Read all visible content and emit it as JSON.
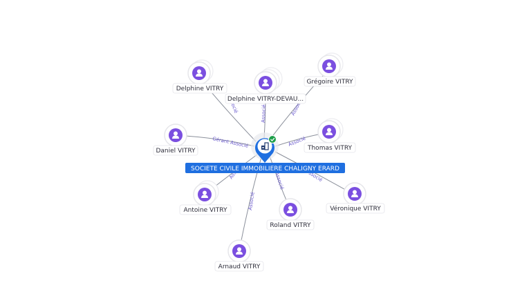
{
  "colors": {
    "center": "#1f6fe0",
    "person": "#7b4fe0",
    "edge": "#8a8f9a",
    "edge_label": "#6a5acd",
    "check": "#1e9e4a"
  },
  "center": {
    "label": "SOCIETE CIVILE IMMOBILIERE CHALIGNY ERARD",
    "icon": "building-icon",
    "badge_icon": "check-icon"
  },
  "nodes": [
    {
      "id": "delphine",
      "label": "Delphine VITRY",
      "edge_label": ""
    },
    {
      "id": "delphine-devau",
      "label": "Delphine VITRY-DEVAU...",
      "edge_label": "Associé"
    },
    {
      "id": "gregoire",
      "label": "Grégoire VITRY",
      "edge_label": "Associé"
    },
    {
      "id": "daniel",
      "label": "Daniel VITRY",
      "edge_label": "Gérant Associé"
    },
    {
      "id": "thomas",
      "label": "Thomas VITRY",
      "edge_label": "Associé"
    },
    {
      "id": "antoine",
      "label": "Antoine VITRY",
      "edge_label": "Asso"
    },
    {
      "id": "veronique",
      "label": "Véronique VITRY",
      "edge_label": "ssocié"
    },
    {
      "id": "roland",
      "label": "Roland VITRY",
      "edge_label": "Associé"
    },
    {
      "id": "arnaud",
      "label": "Arnaud VITRY",
      "edge_label": "Associé"
    }
  ]
}
